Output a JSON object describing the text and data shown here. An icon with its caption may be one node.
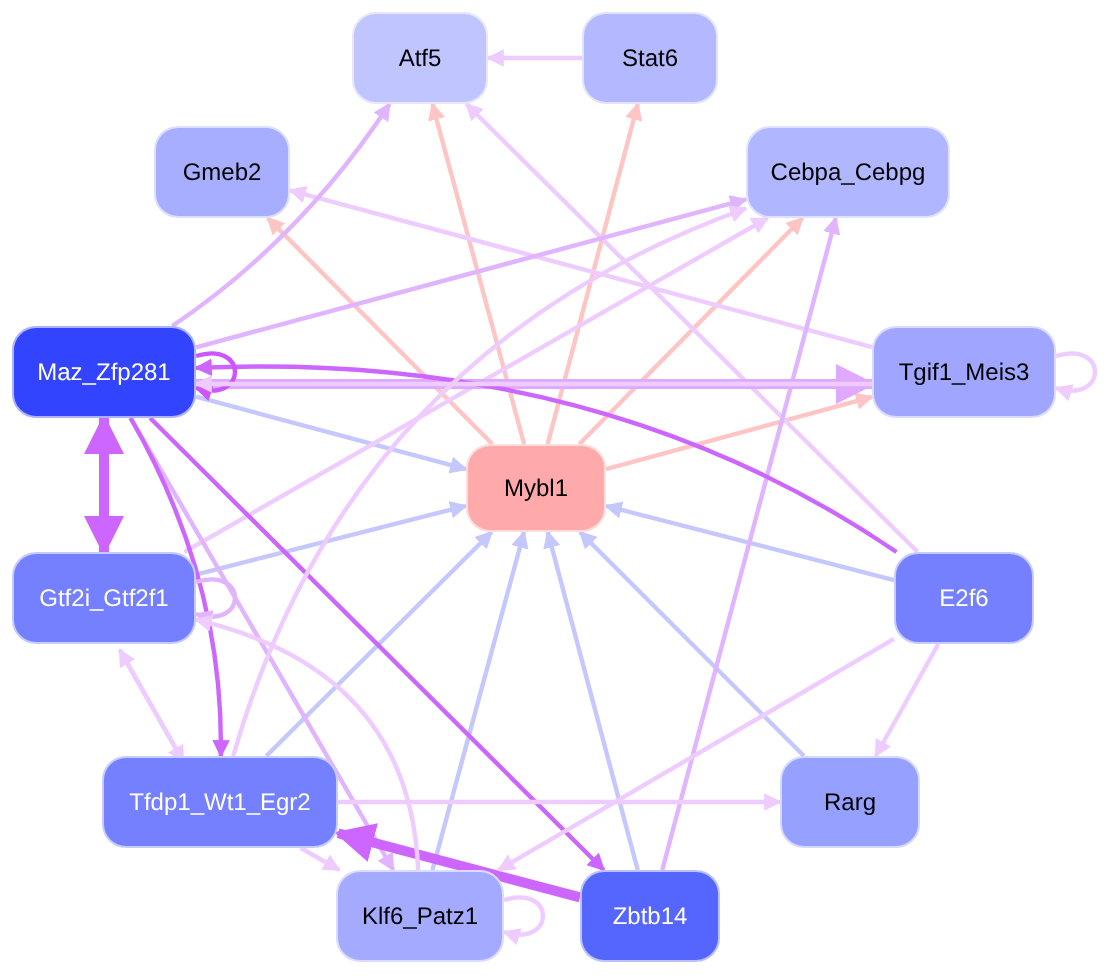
{
  "diagram": {
    "nodes": [
      {
        "text": [
          "Atf5"
        ]
      },
      {
        "text": [
          "Stat6"
        ]
      },
      {
        "text": [
          "Gmeb2"
        ]
      },
      {
        "text": [
          "Cebpa_Cebpg"
        ]
      },
      {
        "text": [
          "Maz_Zfp281"
        ]
      },
      {
        "text": [
          "Tgif1_Meis3"
        ]
      },
      {
        "text": [
          "Mybl1"
        ]
      },
      {
        "text": [
          "Gtf2i_Gtf2f1"
        ]
      },
      {
        "text": [
          "E2f6"
        ]
      },
      {
        "text": [
          "Tfdp1_Wt1_Egr2"
        ]
      },
      {
        "text": [
          "Rarg"
        ]
      },
      {
        "text": [
          "Klf6_Patz1"
        ]
      },
      {
        "text": [
          "Zbtb14"
        ]
      }
    ],
    "edges": [
      {
        "from": 6,
        "to": 0,
        "arrow": "to",
        "color": "#ffc4c4"
      },
      {
        "from": 6,
        "to": 1,
        "arrow": "to",
        "color": "#ffc4c4"
      },
      {
        "from": 6,
        "to": 2,
        "arrow": "to",
        "color": "#ffc4c4"
      },
      {
        "from": 6,
        "to": 3,
        "arrow": "to",
        "color": "#ffc4c4"
      },
      {
        "from": 6,
        "to": 5,
        "arrow": "to",
        "color": "#ffc4c4"
      },
      {
        "from": 4,
        "to": 6,
        "arrow": "to",
        "color": "#c4c8ff"
      },
      {
        "from": 7,
        "to": 6,
        "arrow": "to",
        "color": "#c4c8ff"
      },
      {
        "from": 9,
        "to": 6,
        "arrow": "to",
        "color": "#c4c8ff"
      },
      {
        "from": 11,
        "to": 6,
        "arrow": "to",
        "color": "#c4c8ff"
      },
      {
        "from": 12,
        "to": 6,
        "arrow": "to",
        "color": "#c4c8ff"
      },
      {
        "from": 10,
        "to": 6,
        "arrow": "to",
        "color": "#c4c8ff"
      },
      {
        "from": 8,
        "to": 6,
        "arrow": "to",
        "color": "#c4c8ff"
      },
      {
        "from": 1,
        "to": 0,
        "arrow": "to",
        "color": "#eeccff"
      },
      {
        "from": 5,
        "to": 2,
        "arrow": "to",
        "color": "#eeccff"
      },
      {
        "from": 8,
        "to": 0,
        "arrow": "to",
        "color": "#eeccff"
      },
      {
        "from": 5,
        "to": 5,
        "arrow": "to",
        "color": "#eeccff"
      },
      {
        "from": 4,
        "to": 0,
        "arrow": "to",
        "color": "#e0b4ff"
      },
      {
        "from": 4,
        "to": 3,
        "arrow": "to",
        "color": "#e0b4ff"
      },
      {
        "from": 7,
        "to": 3,
        "arrow": "to",
        "color": "#eeccff"
      },
      {
        "from": 12,
        "to": 3,
        "arrow": "to",
        "color": "#e0b4ff"
      },
      {
        "from": 4,
        "to": 5,
        "arrow": "to",
        "style": "thick",
        "color": "#e0a8ff"
      },
      {
        "from": 8,
        "to": 4,
        "arrow": "to",
        "color": "#cc66ff"
      },
      {
        "from": 4,
        "to": 7,
        "arrow": "both",
        "style": "thick",
        "color": "#cc66ff"
      },
      {
        "from": 4,
        "to": 4,
        "arrow": "to",
        "color": "#cc55ff"
      },
      {
        "from": 4,
        "to": 12,
        "arrow": "to",
        "color": "#cc66ff"
      },
      {
        "from": 4,
        "to": 11,
        "arrow": "to",
        "color": "#e0b4ff"
      },
      {
        "from": 4,
        "to": 9,
        "arrow": "to",
        "color": "#cc66ff"
      },
      {
        "from": 7,
        "to": 7,
        "arrow": "to",
        "color": "#e0b4ff"
      },
      {
        "from": 7,
        "to": 9,
        "arrow": "to",
        "color": "#eeccff"
      },
      {
        "from": 9,
        "to": 10,
        "arrow": "to",
        "color": "#eeccff"
      },
      {
        "from": 9,
        "to": 11,
        "arrow": "to",
        "color": "#eeccff"
      },
      {
        "from": 12,
        "to": 9,
        "arrow": "to",
        "style": "thick",
        "color": "#cc66ff"
      },
      {
        "from": 9,
        "to": 7,
        "arrow": "to",
        "color": "#eeccff"
      },
      {
        "from": 11,
        "to": 7,
        "arrow": "to",
        "color": "#eeccff"
      },
      {
        "from": 11,
        "to": 11,
        "arrow": "to",
        "color": "#eeccff"
      },
      {
        "from": 8,
        "to": 10,
        "arrow": "to",
        "color": "#eeccff"
      },
      {
        "from": 8,
        "to": 11,
        "arrow": "to",
        "color": "#eeccff"
      },
      {
        "from": 9,
        "to": 3,
        "arrow": "to",
        "color": "#eeccff"
      },
      {
        "from": 5,
        "to": 4,
        "arrow": "to",
        "color": "#eeccff"
      }
    ]
  }
}
